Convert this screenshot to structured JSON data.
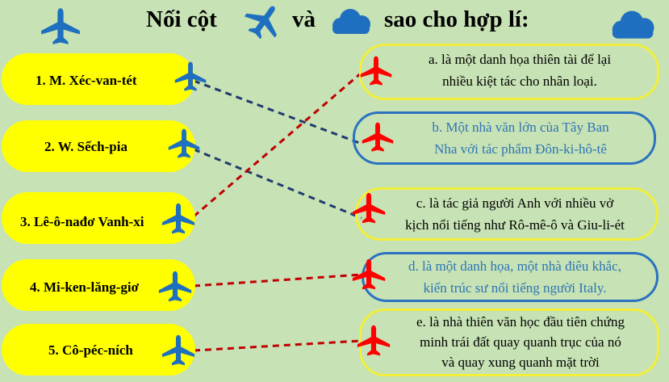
{
  "title": {
    "word1": "Nối cột",
    "word2": "và",
    "word3": "sao cho hợp lí:"
  },
  "colors": {
    "background": "#c7e2b5",
    "pill": "#ffff00",
    "blue_plane": "#1f6fc0",
    "red_plane": "#ff0000",
    "cloud": "#1f6fc0",
    "blue_dash": "#1f3b6e",
    "red_dash": "#c00000"
  },
  "left_items": [
    {
      "label": "1. M. Xéc-van-tét"
    },
    {
      "label": "2. W. Sếch-pia"
    },
    {
      "label": "3. Lê-ô-nađơ Vanh-xi"
    },
    {
      "label": "4. Mi-ken-lăng-giơ"
    },
    {
      "label": "5. Cô-péc-ních"
    }
  ],
  "right_items": [
    {
      "line1": "a. là một danh họa thiên tài để lại",
      "line2": "nhiều kiệt tác cho nhân loại."
    },
    {
      "line1": "b.  Một nhà văn lớn của Tây Ban",
      "line2": "Nha với tác phẩm Đôn-ki-hô-tê"
    },
    {
      "line1": "c. là tác giả người Anh với nhiều vở",
      "line2": "kịch nổi tiếng như Rô-mê-ô và Giu-li-ét"
    },
    {
      "line1": "d. là một danh họa, một nhà điêu khắc,",
      "line2": "kiến trúc sư nổi tiếng người Italy."
    },
    {
      "line1": "e. là nhà thiên văn học đầu tiên chứng",
      "line2": "minh trái đất quay quanh trục của nó",
      "line3": "và quay xung quanh mặt trời"
    }
  ],
  "icons": {
    "left_marker": "blue-plane-icon",
    "right_marker": "red-plane-icon",
    "title_left": "blue-plane-icon",
    "title_mid_plane": "blue-plane-icon",
    "title_mid_cloud": "cloud-icon",
    "title_right": "cloud-icon"
  }
}
